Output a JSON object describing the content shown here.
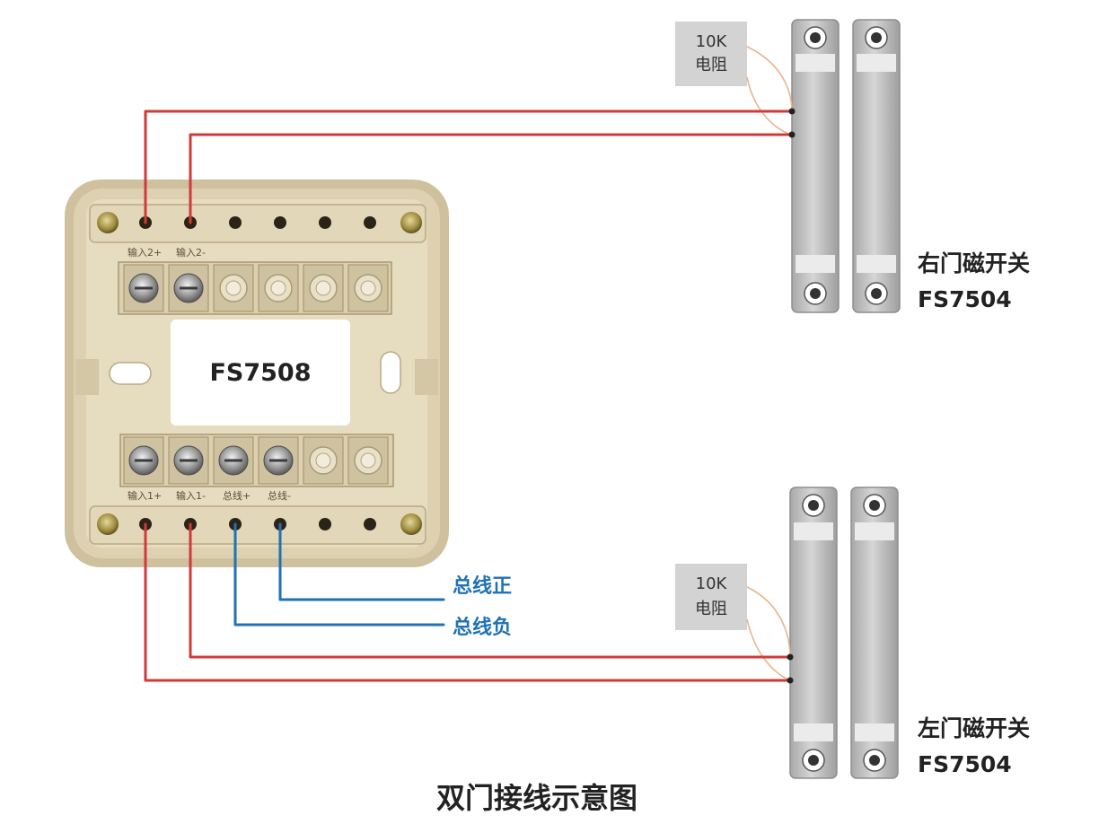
{
  "title": "双门接线示意图",
  "module": {
    "model": "FS7508",
    "top_terminal_labels": [
      "输入2+",
      "输入2-"
    ],
    "bottom_terminal_labels": [
      "输入1+",
      "输入1-",
      "总线+",
      "总线-"
    ]
  },
  "bus": {
    "positive_label": "总线正",
    "negative_label": "总线负"
  },
  "right_switch": {
    "name": "右门磁开关",
    "model": "FS7504",
    "resistor": {
      "value": "10K",
      "name": "电阻"
    }
  },
  "left_switch": {
    "name": "左门磁开关",
    "model": "FS7504",
    "resistor": {
      "value": "10K",
      "name": "电阻"
    }
  },
  "colors": {
    "signal_wire": "#d23a3a",
    "bus_wire": "#1f72b4",
    "module_body": "#d9ccab",
    "switch_body": "#bdbdbd"
  }
}
